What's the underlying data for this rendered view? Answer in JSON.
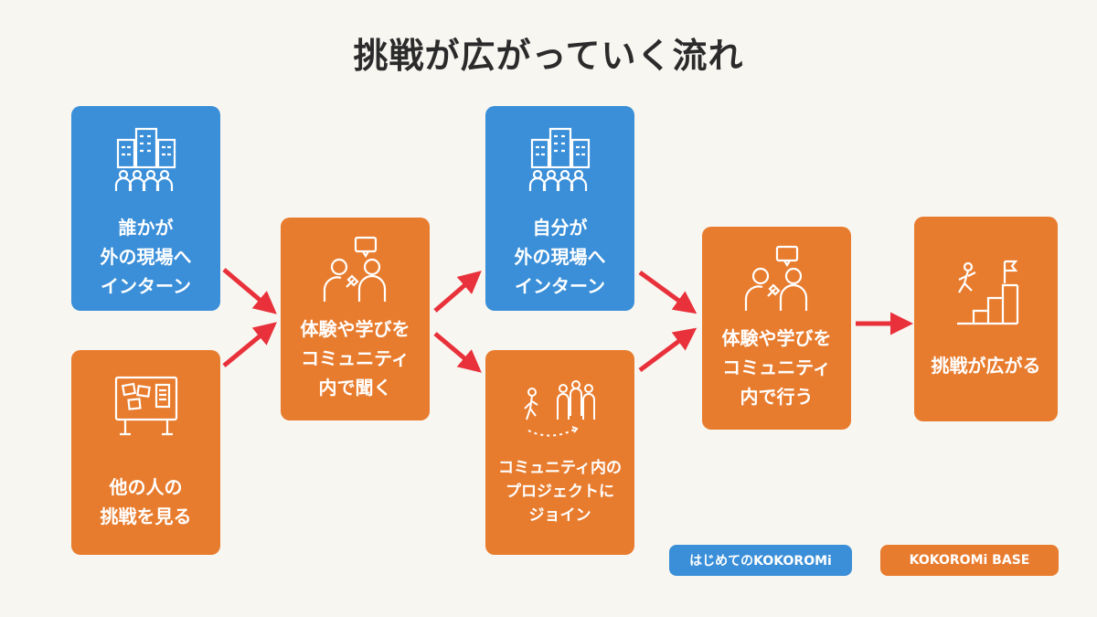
{
  "title": "挑戦が広がっていく流れ",
  "nodes": {
    "others_intern": {
      "label": "誰かが\n外の現場へ\nインターン",
      "icon": "office-building-people-icon"
    },
    "see_others": {
      "label": "他の人の\n挑戦を見る",
      "icon": "bulletin-board-icon"
    },
    "hear_community": {
      "label": "体験や学びを\nコミュニティ\n内で聞く",
      "icon": "interview-icon"
    },
    "self_intern": {
      "label": "自分が\n外の現場へ\nインターン",
      "icon": "office-building-people-icon"
    },
    "join_project": {
      "label": "コミュニティ内の\nプロジェクトに\nジョイン",
      "icon": "join-group-icon"
    },
    "share_community": {
      "label": "体験や学びを\nコミュニティ\n内で行う",
      "icon": "interview-icon"
    },
    "spread": {
      "label": "挑戦が広がる",
      "icon": "climbing-stairs-flag-icon"
    }
  },
  "legend": [
    {
      "label": "はじめてのKOKOROMi",
      "color": "#3a8fd8"
    },
    {
      "label": "KOKOROMi BASE",
      "color": "#e87c2e"
    }
  ],
  "colors": {
    "blue": "#3a8fd8",
    "orange": "#e87c2e",
    "arrow": "#e8313a"
  }
}
